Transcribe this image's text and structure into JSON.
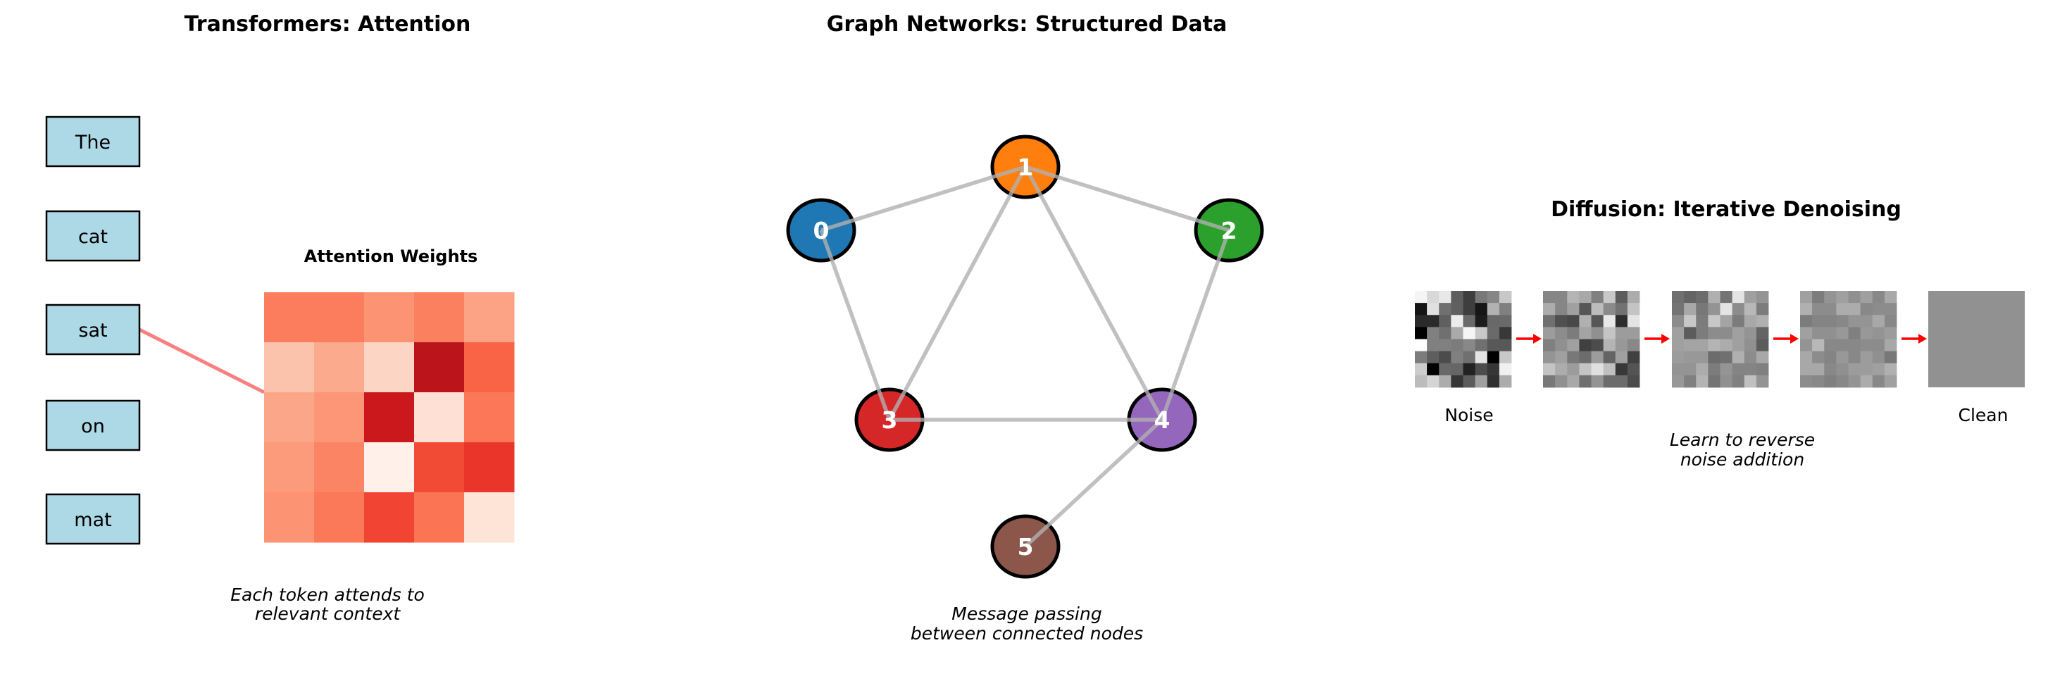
{
  "transformer": {
    "title": "Transformers: Attention",
    "tokens": [
      "The",
      "cat",
      "sat",
      "on",
      "mat"
    ],
    "token_fill": "#add8e6",
    "highlighted_token_index": 2,
    "link_color": "#f88080",
    "heatmap_title": "Attention Weights",
    "heatmap_colors": [
      [
        "#fb7d5d",
        "#fb7d5d",
        "#fc9373",
        "#fb8060",
        "#fca385"
      ],
      [
        "#fbc3ab",
        "#fcaa8d",
        "#fdd5c4",
        "#bb141a",
        "#f96346"
      ],
      [
        "#fca689",
        "#fc9676",
        "#cb181d",
        "#fee1d4",
        "#fb7757"
      ],
      [
        "#fc9b7c",
        "#fb8464",
        "#fff1ea",
        "#f14a35",
        "#ea362a"
      ],
      [
        "#fc9373",
        "#fb7858",
        "#f14432",
        "#fb7454",
        "#fee3d7"
      ]
    ],
    "caption_line1": "Each token attends to",
    "caption_line2": "relevant context"
  },
  "graph": {
    "title": "Graph Networks: Structured Data",
    "nodes": [
      {
        "id": "0",
        "color": "#1f77b4"
      },
      {
        "id": "1",
        "color": "#ff7f0e"
      },
      {
        "id": "2",
        "color": "#2ca02c"
      },
      {
        "id": "3",
        "color": "#d62728"
      },
      {
        "id": "4",
        "color": "#9467bd"
      },
      {
        "id": "5",
        "color": "#8c564b"
      }
    ],
    "edges": [
      [
        0,
        1
      ],
      [
        1,
        2
      ],
      [
        1,
        3
      ],
      [
        1,
        4
      ],
      [
        0,
        3
      ],
      [
        2,
        4
      ],
      [
        3,
        4
      ],
      [
        4,
        5
      ]
    ],
    "edge_color": "#b0b0b0",
    "caption_line1": "Message passing",
    "caption_line2": "between connected nodes"
  },
  "diffusion": {
    "title": "Diffusion: Iterative Denoising",
    "arrow_color": "#ff0000",
    "label_start": "Noise",
    "label_end": "Clean",
    "caption_line1": "Learn to reverse",
    "caption_line2": "noise addition",
    "steps": [
      [
        [
          "f5",
          "d8",
          "e8",
          "5e",
          "3e",
          "78",
          "86",
          "c8"
        ],
        [
          "15",
          "e0",
          "70",
          "60",
          "3e",
          "16",
          "b2",
          "80"
        ],
        [
          "2a",
          "2a",
          "60",
          "ec",
          "6a",
          "1c",
          "68",
          "6a"
        ],
        [
          "00",
          "80",
          "70",
          "aa",
          "f5",
          "c8",
          "6a",
          "38"
        ],
        [
          "ff",
          "80",
          "80",
          "7c",
          "88",
          "70",
          "58",
          "58"
        ],
        [
          "7c",
          "5e",
          "4c",
          "80",
          "70",
          "e4",
          "00",
          "c8"
        ],
        [
          "cc",
          "00",
          "68",
          "66",
          "22",
          "4c",
          "36",
          "f0"
        ],
        [
          "bc",
          "d4",
          "ac",
          "36",
          "5c",
          "a0",
          "30",
          "ac"
        ]
      ],
      [
        [
          "86",
          "86",
          "b4",
          "a8",
          "80",
          "c8",
          "5c",
          "ac"
        ],
        [
          "ac",
          "86",
          "a0",
          "56",
          "bc",
          "8a",
          "72",
          "c4"
        ],
        [
          "70",
          "50",
          "48",
          "b0",
          "56",
          "e8",
          "2e",
          "e4"
        ],
        [
          "9c",
          "8c",
          "7c",
          "a4",
          "90",
          "c4",
          "9c",
          "9c"
        ],
        [
          "80",
          "90",
          "a0",
          "40",
          "4c",
          "b4",
          "98",
          "88"
        ],
        [
          "94",
          "a0",
          "78",
          "6c",
          "9c",
          "64",
          "a0",
          "40"
        ],
        [
          "c4",
          "ac",
          "9c",
          "c4",
          "e0",
          "c0",
          "38",
          "54"
        ],
        [
          "78",
          "90",
          "a8",
          "70",
          "94",
          "6c",
          "6c",
          "4c"
        ]
      ],
      [
        [
          "70",
          "64",
          "6c",
          "b0",
          "74",
          "e4",
          "a0",
          "94"
        ],
        [
          "74",
          "a8",
          "78",
          "94",
          "e4",
          "8c",
          "b8",
          "7c"
        ],
        [
          "8c",
          "c8",
          "7c",
          "c8",
          "a4",
          "7c",
          "a8",
          "b0"
        ],
        [
          "a0",
          "5c",
          "7c",
          "8c",
          "8c",
          "a0",
          "94",
          "64"
        ],
        [
          "a0",
          "a4",
          "a4",
          "b4",
          "ac",
          "a0",
          "90",
          "5c"
        ],
        [
          "9c",
          "98",
          "98",
          "6c",
          "70",
          "b0",
          "8c",
          "a8"
        ],
        [
          "94",
          "94",
          "ac",
          "7c",
          "94",
          "84",
          "84",
          "80"
        ],
        [
          "98",
          "80",
          "b4",
          "74",
          "90",
          "80",
          "c0",
          "94"
        ]
      ],
      [
        [
          "a0",
          "7c",
          "94",
          "a0",
          "90",
          "a0",
          "88",
          "a8"
        ],
        [
          "b0",
          "8c",
          "8c",
          "ac",
          "ac",
          "88",
          "8c",
          "8c"
        ],
        [
          "7c",
          "84",
          "84",
          "88",
          "94",
          "94",
          "a8",
          "88"
        ],
        [
          "a0",
          "90",
          "90",
          "98",
          "80",
          "98",
          "94",
          "9c"
        ],
        [
          "94",
          "b8",
          "88",
          "88",
          "88",
          "8c",
          "8c",
          "a8"
        ],
        [
          "a8",
          "8c",
          "84",
          "98",
          "88",
          "9c",
          "90",
          "78"
        ],
        [
          "a8",
          "a8",
          "88",
          "90",
          "9c",
          "9c",
          "a0",
          "b0"
        ],
        [
          "8c",
          "88",
          "80",
          "88",
          "94",
          "ac",
          "88",
          "a0"
        ]
      ],
      "91"
    ]
  }
}
